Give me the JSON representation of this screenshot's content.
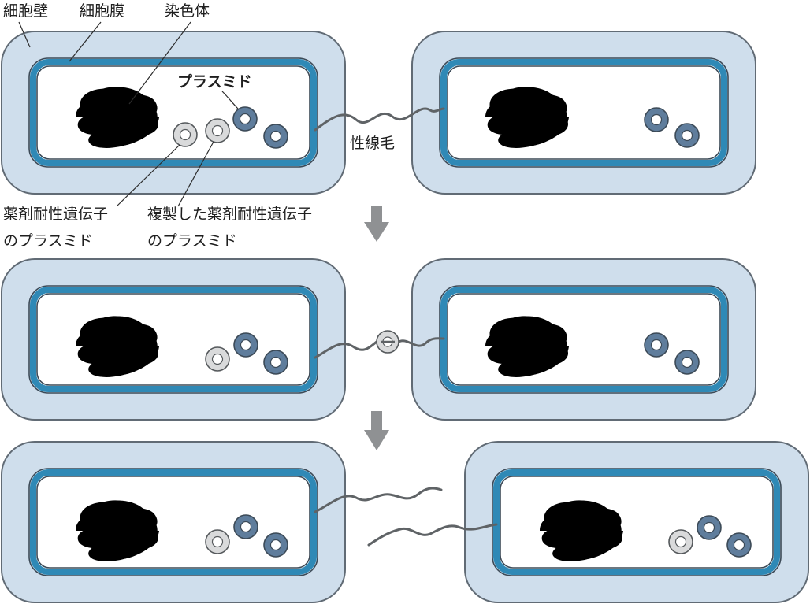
{
  "labels": {
    "cell_wall": "細胞壁",
    "cell_membrane": "細胞膜",
    "chromosome": "染色体",
    "plasmid": "プラスミド",
    "pilus": "性線毛",
    "resistance_plasmid_line1": "薬剤耐性遺伝子",
    "resistance_plasmid_line2": "のプラスミド",
    "replicated_plasmid_line1": "複製した薬剤耐性遺伝子",
    "replicated_plasmid_line2": "のプラスミド"
  },
  "stages": [
    {
      "stage": 1,
      "left_cell_resistance_plasmids": 2,
      "right_cell_resistance_plasmids": 0,
      "transferring_plasmids": 0,
      "pilus_connected": true
    },
    {
      "stage": 2,
      "left_cell_resistance_plasmids": 1,
      "right_cell_resistance_plasmids": 0,
      "transferring_plasmids": 1,
      "pilus_connected": true
    },
    {
      "stage": 3,
      "left_cell_resistance_plasmids": 1,
      "right_cell_resistance_plasmids": 1,
      "transferring_plasmids": 0,
      "pilus_connected": false
    }
  ],
  "colors": {
    "cell_wall": "#cfdeec",
    "cell_membrane": "#2f89b6",
    "chromosome": "#6b86a1",
    "native_plasmid": "#5f7d9c",
    "resistance_plasmid": "#d9dadb",
    "pilus": "#5f6366",
    "arrow": "#8f9193"
  }
}
